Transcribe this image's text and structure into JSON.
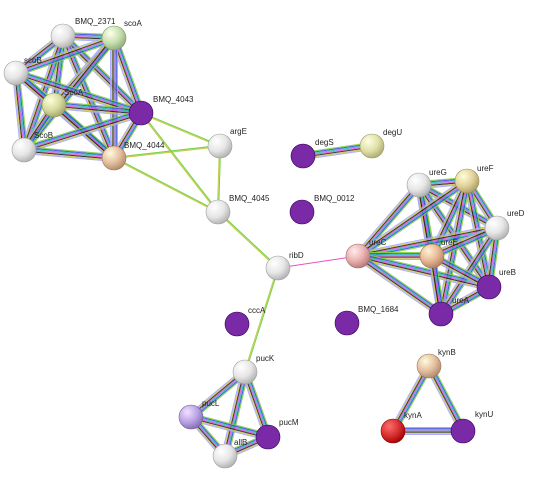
{
  "network": {
    "nodes": [
      {
        "id": "BMQ_2371",
        "label": "BMQ_2371",
        "color": "white"
      },
      {
        "id": "scoA",
        "label": "scoA",
        "color": "green"
      },
      {
        "id": "scoB",
        "label": "scoB",
        "color": "white"
      },
      {
        "id": "ScoA",
        "label": "ScoA",
        "color": "olive"
      },
      {
        "id": "ScoB",
        "label": "ScoB",
        "color": "white"
      },
      {
        "id": "BMQ_4043",
        "label": "BMQ_4043",
        "color": "purple"
      },
      {
        "id": "BMQ_4044",
        "label": "BMQ_4044",
        "color": "tan"
      },
      {
        "id": "argE",
        "label": "argE",
        "color": "white"
      },
      {
        "id": "BMQ_4045",
        "label": "BMQ_4045",
        "color": "white"
      },
      {
        "id": "degS",
        "label": "degS",
        "color": "purple"
      },
      {
        "id": "degU",
        "label": "degU",
        "color": "yellow"
      },
      {
        "id": "BMQ_0012",
        "label": "BMQ_0012",
        "color": "purple"
      },
      {
        "id": "ribD",
        "label": "ribD",
        "color": "white"
      },
      {
        "id": "cccA",
        "label": "cccA",
        "color": "purple"
      },
      {
        "id": "BMQ_1684",
        "label": "BMQ_1684",
        "color": "purple"
      },
      {
        "id": "ureG",
        "label": "ureG",
        "color": "white"
      },
      {
        "id": "ureF",
        "label": "ureF",
        "color": "khaki"
      },
      {
        "id": "ureD",
        "label": "ureD",
        "color": "white"
      },
      {
        "id": "ureC",
        "label": "ureC",
        "color": "pink"
      },
      {
        "id": "ureE",
        "label": "ureE",
        "color": "peach"
      },
      {
        "id": "ureB",
        "label": "ureB",
        "color": "purple"
      },
      {
        "id": "ureA",
        "label": "ureA",
        "color": "purple"
      },
      {
        "id": "pucK",
        "label": "pucK",
        "color": "white"
      },
      {
        "id": "pucL",
        "label": "pucL",
        "color": "lavender"
      },
      {
        "id": "allB",
        "label": "allB",
        "color": "white"
      },
      {
        "id": "pucM",
        "label": "pucM",
        "color": "purple"
      },
      {
        "id": "kynB",
        "label": "kynB",
        "color": "tan"
      },
      {
        "id": "kynA",
        "label": "kynA",
        "color": "red"
      },
      {
        "id": "kynU",
        "label": "kynU",
        "color": "purple"
      }
    ],
    "edges": [
      {
        "source": "BMQ_2371",
        "target": "scoA",
        "type": "multi"
      },
      {
        "source": "BMQ_2371",
        "target": "scoB",
        "type": "multi"
      },
      {
        "source": "BMQ_2371",
        "target": "ScoA",
        "type": "multi"
      },
      {
        "source": "BMQ_2371",
        "target": "ScoB",
        "type": "multi"
      },
      {
        "source": "BMQ_2371",
        "target": "BMQ_4043",
        "type": "multi"
      },
      {
        "source": "BMQ_2371",
        "target": "BMQ_4044",
        "type": "multi"
      },
      {
        "source": "scoA",
        "target": "scoB",
        "type": "multi"
      },
      {
        "source": "scoA",
        "target": "ScoA",
        "type": "multi"
      },
      {
        "source": "scoA",
        "target": "ScoB",
        "type": "multi"
      },
      {
        "source": "scoA",
        "target": "BMQ_4043",
        "type": "multi"
      },
      {
        "source": "scoA",
        "target": "BMQ_4044",
        "type": "multi"
      },
      {
        "source": "scoB",
        "target": "ScoA",
        "type": "multi"
      },
      {
        "source": "scoB",
        "target": "ScoB",
        "type": "multi"
      },
      {
        "source": "scoB",
        "target": "BMQ_4043",
        "type": "multi"
      },
      {
        "source": "scoB",
        "target": "BMQ_4044",
        "type": "multi"
      },
      {
        "source": "ScoA",
        "target": "ScoB",
        "type": "multi"
      },
      {
        "source": "ScoA",
        "target": "BMQ_4043",
        "type": "multi"
      },
      {
        "source": "ScoA",
        "target": "BMQ_4044",
        "type": "multi"
      },
      {
        "source": "ScoB",
        "target": "BMQ_4043",
        "type": "multi"
      },
      {
        "source": "ScoB",
        "target": "BMQ_4044",
        "type": "multi"
      },
      {
        "source": "BMQ_4043",
        "target": "BMQ_4044",
        "type": "multi"
      },
      {
        "source": "BMQ_4043",
        "target": "argE",
        "type": "green"
      },
      {
        "source": "BMQ_4043",
        "target": "BMQ_4045",
        "type": "green"
      },
      {
        "source": "BMQ_4044",
        "target": "argE",
        "type": "green"
      },
      {
        "source": "BMQ_4044",
        "target": "BMQ_4045",
        "type": "green"
      },
      {
        "source": "argE",
        "target": "BMQ_4045",
        "type": "green"
      },
      {
        "source": "BMQ_4045",
        "target": "ribD",
        "type": "green"
      },
      {
        "source": "ribD",
        "target": "pucK",
        "type": "green"
      },
      {
        "source": "ribD",
        "target": "ureC",
        "type": "magenta"
      },
      {
        "source": "degS",
        "target": "degU",
        "type": "multi"
      },
      {
        "source": "ureG",
        "target": "ureF",
        "type": "multi"
      },
      {
        "source": "ureG",
        "target": "ureD",
        "type": "multi"
      },
      {
        "source": "ureG",
        "target": "ureC",
        "type": "multi"
      },
      {
        "source": "ureG",
        "target": "ureE",
        "type": "multi"
      },
      {
        "source": "ureG",
        "target": "ureB",
        "type": "multi"
      },
      {
        "source": "ureG",
        "target": "ureA",
        "type": "multi"
      },
      {
        "source": "ureF",
        "target": "ureD",
        "type": "multi"
      },
      {
        "source": "ureF",
        "target": "ureC",
        "type": "multi"
      },
      {
        "source": "ureF",
        "target": "ureE",
        "type": "multi"
      },
      {
        "source": "ureF",
        "target": "ureB",
        "type": "multi"
      },
      {
        "source": "ureF",
        "target": "ureA",
        "type": "multi"
      },
      {
        "source": "ureD",
        "target": "ureC",
        "type": "multi"
      },
      {
        "source": "ureD",
        "target": "ureE",
        "type": "multi"
      },
      {
        "source": "ureD",
        "target": "ureB",
        "type": "multi"
      },
      {
        "source": "ureD",
        "target": "ureA",
        "type": "multi"
      },
      {
        "source": "ureC",
        "target": "ureE",
        "type": "multi"
      },
      {
        "source": "ureC",
        "target": "ureB",
        "type": "multi"
      },
      {
        "source": "ureC",
        "target": "ureA",
        "type": "multi"
      },
      {
        "source": "ureE",
        "target": "ureB",
        "type": "multi"
      },
      {
        "source": "ureE",
        "target": "ureA",
        "type": "multi"
      },
      {
        "source": "ureB",
        "target": "ureA",
        "type": "multi"
      },
      {
        "source": "pucK",
        "target": "pucL",
        "type": "multi"
      },
      {
        "source": "pucK",
        "target": "allB",
        "type": "multi"
      },
      {
        "source": "pucK",
        "target": "pucM",
        "type": "multi"
      },
      {
        "source": "pucL",
        "target": "allB",
        "type": "multi"
      },
      {
        "source": "pucL",
        "target": "pucM",
        "type": "multi"
      },
      {
        "source": "allB",
        "target": "pucM",
        "type": "multi"
      },
      {
        "source": "kynB",
        "target": "kynA",
        "type": "multi"
      },
      {
        "source": "kynB",
        "target": "kynU",
        "type": "multi"
      },
      {
        "source": "kynA",
        "target": "kynU",
        "type": "multi"
      }
    ],
    "palette": {
      "white": "#e6e6e6",
      "green": "#c7e0b0",
      "olive": "#d8dca0",
      "purple": "#7a2aa6",
      "tan": "#e4bfa0",
      "yellow": "#e0e0a8",
      "pink": "#eab0b0",
      "peach": "#e8b896",
      "khaki": "#e2d29c",
      "lavender": "#b9a4e6",
      "red": "#d83030"
    },
    "edge_colors": {
      "multi": [
        "#7fd23a",
        "#3c4de0",
        "#1fb8b8",
        "#e052d6",
        "#222222",
        "#c8c84a",
        "#a6a6ff"
      ],
      "green": [
        "#62d13a",
        "#c4c43c"
      ],
      "magenta": [
        "#e23ec8"
      ]
    }
  }
}
